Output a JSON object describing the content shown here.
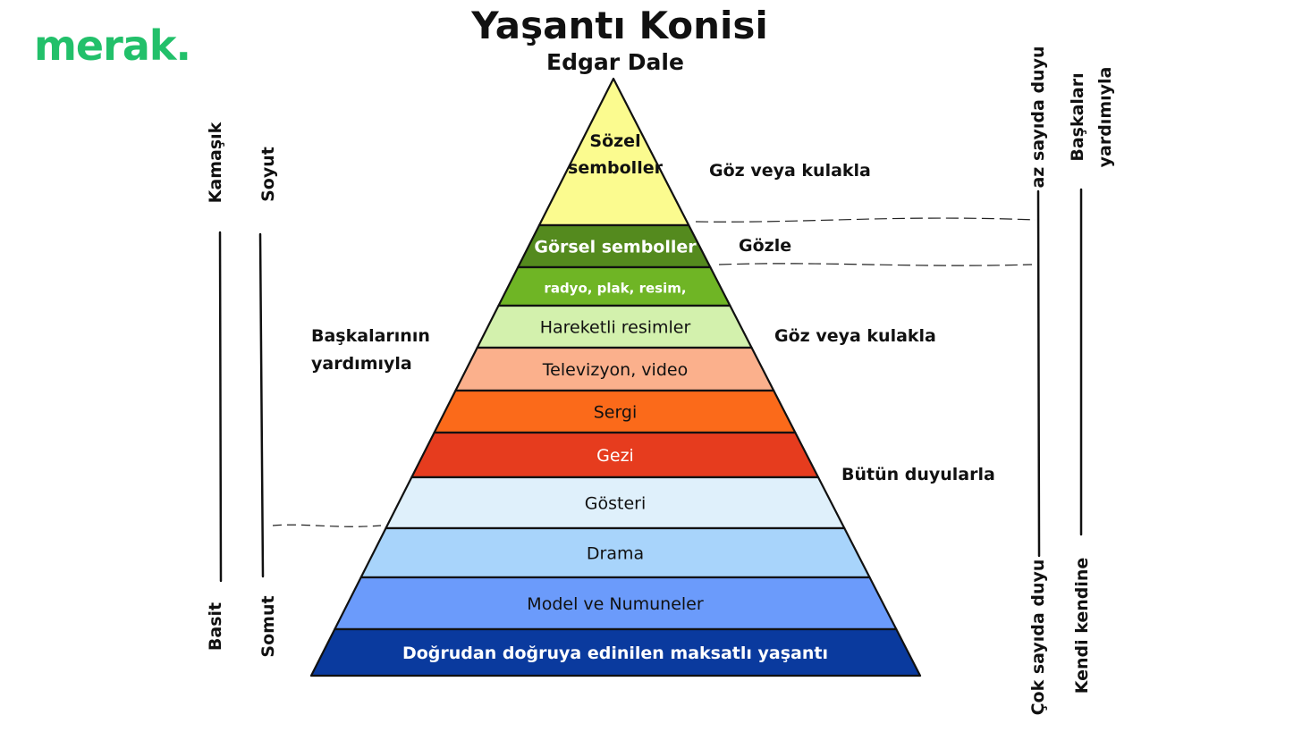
{
  "brand": {
    "logo": "merak."
  },
  "header": {
    "title": "Yaşantı Konisi",
    "subtitle": "Edgar Dale"
  },
  "pyramid_levels": [
    {
      "line1": "Sözel",
      "line2": "semboller",
      "fill": "#fbfb8f",
      "text_color": "#111111"
    },
    {
      "line1": "Görsel semboller",
      "line2": "",
      "fill": "#548a1e",
      "text_color": "#ffffff"
    },
    {
      "line1": "radyo, plak, resim,",
      "line2": "",
      "fill": "#6fb525",
      "text_color": "#ffffff"
    },
    {
      "line1": "Hareketli resimler",
      "line2": "",
      "fill": "#d3f1ad",
      "text_color": "#111111"
    },
    {
      "line1": "Televizyon, video",
      "line2": "",
      "fill": "#fbb08c",
      "text_color": "#111111"
    },
    {
      "line1": "Sergi",
      "line2": "",
      "fill": "#fb6a1a",
      "text_color": "#111111"
    },
    {
      "line1": "Gezi",
      "line2": "",
      "fill": "#e63c1e",
      "text_color": "#ffffff"
    },
    {
      "line1": "Gösteri",
      "line2": "",
      "fill": "#dff0fb",
      "text_color": "#111111"
    },
    {
      "line1": "Drama",
      "line2": "",
      "fill": "#a8d4fb",
      "text_color": "#111111"
    },
    {
      "line1": "Model ve Numuneler",
      "line2": "",
      "fill": "#6b9bfb",
      "text_color": "#111111"
    },
    {
      "line1": "Doğrudan doğruya edinilen maksatlı yaşantı",
      "line2": "",
      "fill": "#0a3a9e",
      "text_color": "#ffffff"
    }
  ],
  "sense_labels": {
    "eye_or_ear_top": "Göz veya kulakla",
    "eye": "Gözle",
    "eye_or_ear_mid": "Göz veya kulakla",
    "all_senses": "Bütün duyularla"
  },
  "left_label": {
    "line1": "Başkalarının",
    "line2": "yardımıyla"
  },
  "left_axes": {
    "complexity": {
      "top": "Kamaşık",
      "bottom": "Basit"
    },
    "abstraction": {
      "top": "Soyut",
      "bottom": "Somut"
    }
  },
  "right_axes": {
    "senses": {
      "top": "az sayıda duyu",
      "bottom": "Çok sayıda duyu"
    },
    "agency": {
      "top_line1": "Başkaları",
      "top_line2": "yardımıyla",
      "bottom": "Kendi kendine"
    }
  }
}
